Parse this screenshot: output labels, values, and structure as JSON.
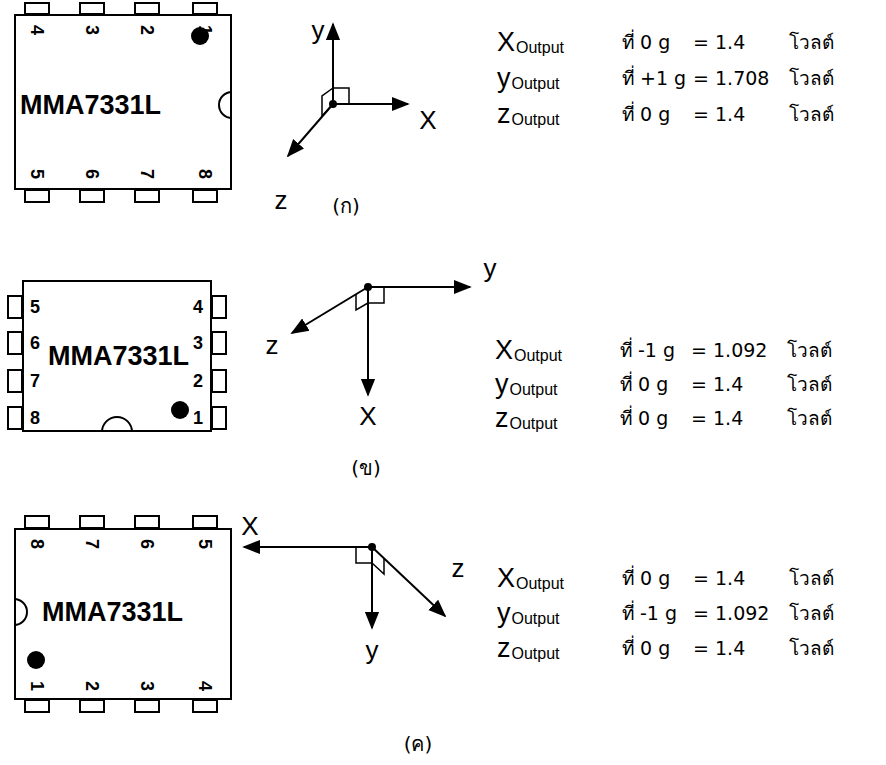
{
  "diagram": {
    "nodes": [
      {
        "text": [
          "MMA7331L"
        ]
      },
      {
        "text": [
          "MMA7331L"
        ]
      },
      {
        "text": [
          "MMA7331L"
        ]
      }
    ],
    "labels": [
      "4",
      "3",
      "2",
      "1",
      "5",
      "6",
      "7",
      "8",
      "y",
      "X",
      "z",
      "(ก)",
      "X",
      "Output",
      "ที่",
      "0 g",
      "=",
      "1.4",
      "โวลต์",
      "y",
      "Output",
      "ที่",
      "+1 g",
      "=",
      "1.708",
      "โวลต์",
      "z",
      "Output",
      "ที่",
      "0 g",
      "=",
      "1.4",
      "โวลต์",
      "5",
      "6",
      "7",
      "8",
      "4",
      "3",
      "2",
      "1",
      "y",
      "z",
      "X",
      "(ข)",
      "X",
      "Output",
      "ที่",
      "-1 g",
      "=",
      "1.092",
      "โวลต์",
      "y",
      "Output",
      "ที่",
      "0 g",
      "=",
      "1.4",
      "โวลต์",
      "z",
      "Output",
      "ที่",
      "0 g",
      "=",
      "1.4",
      "โวลต์",
      "8",
      "7",
      "6",
      "5",
      "1",
      "2",
      "3",
      "4",
      "X",
      "z",
      "y",
      "(ค)",
      "X",
      "Output",
      "ที่",
      "0 g",
      "=",
      "1.4",
      "โวลต์",
      "y",
      "Output",
      "ที่",
      "-1 g",
      "=",
      "1.092",
      "โวลต์",
      "z",
      "Output",
      "ที่",
      "0 g",
      "=",
      "1.4",
      "โวลต์"
    ]
  }
}
